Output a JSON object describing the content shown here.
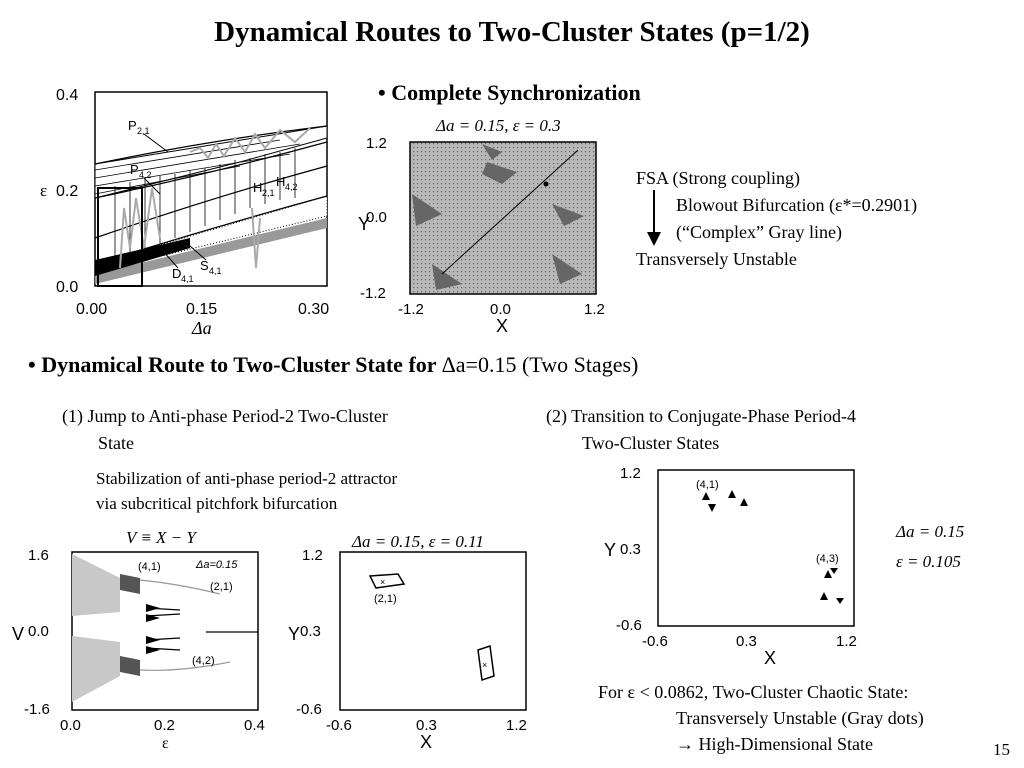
{
  "title": "Dynamical Routes to Two-Cluster States (p=1/2)",
  "section1": {
    "bullet": "•",
    "heading": "Complete Synchronization",
    "param_label": "Δa = 0.15, ε = 0.3",
    "notes": {
      "line1": "FSA (Strong coupling)",
      "line2": "Blowout Bifurcation (ε*=0.2901)",
      "line3": "(“Complex” Gray line)",
      "line4": "Transversely Unstable"
    }
  },
  "section2": {
    "bullet": "•",
    "heading_bold": "Dynamical Route to Two-Cluster State for ",
    "heading_param": "Δa=0.15",
    "heading_tail": " (Two Stages)",
    "stage1_line1": "(1) Jump to Anti-phase Period-2 Two-Cluster",
    "stage1_line2": "State",
    "stage1_desc1": "Stabilization of anti-phase period-2 attractor",
    "stage1_desc2": "via subcritical pitchfork bifurcation",
    "stage2_line1": "(2) Transition to Conjugate-Phase Period-4",
    "stage2_line2": "Two-Cluster States",
    "footer1": "For ε < 0.0862, Two-Cluster Chaotic State:",
    "footer2": "Transversely Unstable (Gray dots)",
    "footer3": "→ High-Dimensional State"
  },
  "fig_phase": {
    "ylabel": "ε",
    "xlabel": "Δa",
    "yticks": [
      "0.4",
      "0.2",
      "0.0"
    ],
    "xticks": [
      "0.00",
      "0.15",
      "0.30"
    ],
    "labels": {
      "P21": "P",
      "P21sub": "2,1",
      "P42": "P",
      "P42sub": "4,2",
      "H21": "H",
      "H21sub": "2,1",
      "H42": "H",
      "H42sub": "4,2",
      "D41": "D",
      "D41sub": "4,1",
      "S41": "S",
      "S41sub": "4,1"
    }
  },
  "fig_sync": {
    "ylabel": "Y",
    "xlabel": "X",
    "yticks": [
      "1.2",
      "0.0",
      "-1.2"
    ],
    "xticks": [
      "-1.2",
      "0.0",
      "1.2"
    ]
  },
  "fig_bif": {
    "top_label": "V ≡ X − Y",
    "ylabel": "V",
    "xlabel": "ε",
    "yticks": [
      "1.6",
      "0.0",
      "-1.6"
    ],
    "xticks": [
      "0.0",
      "0.2",
      "0.4"
    ],
    "inset": "Δa=0.15",
    "b41": "(4,1)",
    "b21": "(2,1)",
    "b42": "(4,2)"
  },
  "fig_anti": {
    "param_label": "Δa = 0.15, ε = 0.11",
    "ylabel": "Y",
    "xlabel": "X",
    "yticks": [
      "1.2",
      "0.3",
      "-0.6"
    ],
    "xticks": [
      "-0.6",
      "0.3",
      "1.2"
    ],
    "orbit_label": "(2,1)"
  },
  "fig_conj": {
    "ylabel": "Y",
    "xlabel": "X",
    "yticks": [
      "1.2",
      "0.3",
      "-0.6"
    ],
    "xticks": [
      "-0.6",
      "0.3",
      "1.2"
    ],
    "o41": "(4,1)",
    "o43": "(4,3)",
    "param1": "Δa = 0.15",
    "param2": "ε = 0.105"
  },
  "page_number": "15"
}
